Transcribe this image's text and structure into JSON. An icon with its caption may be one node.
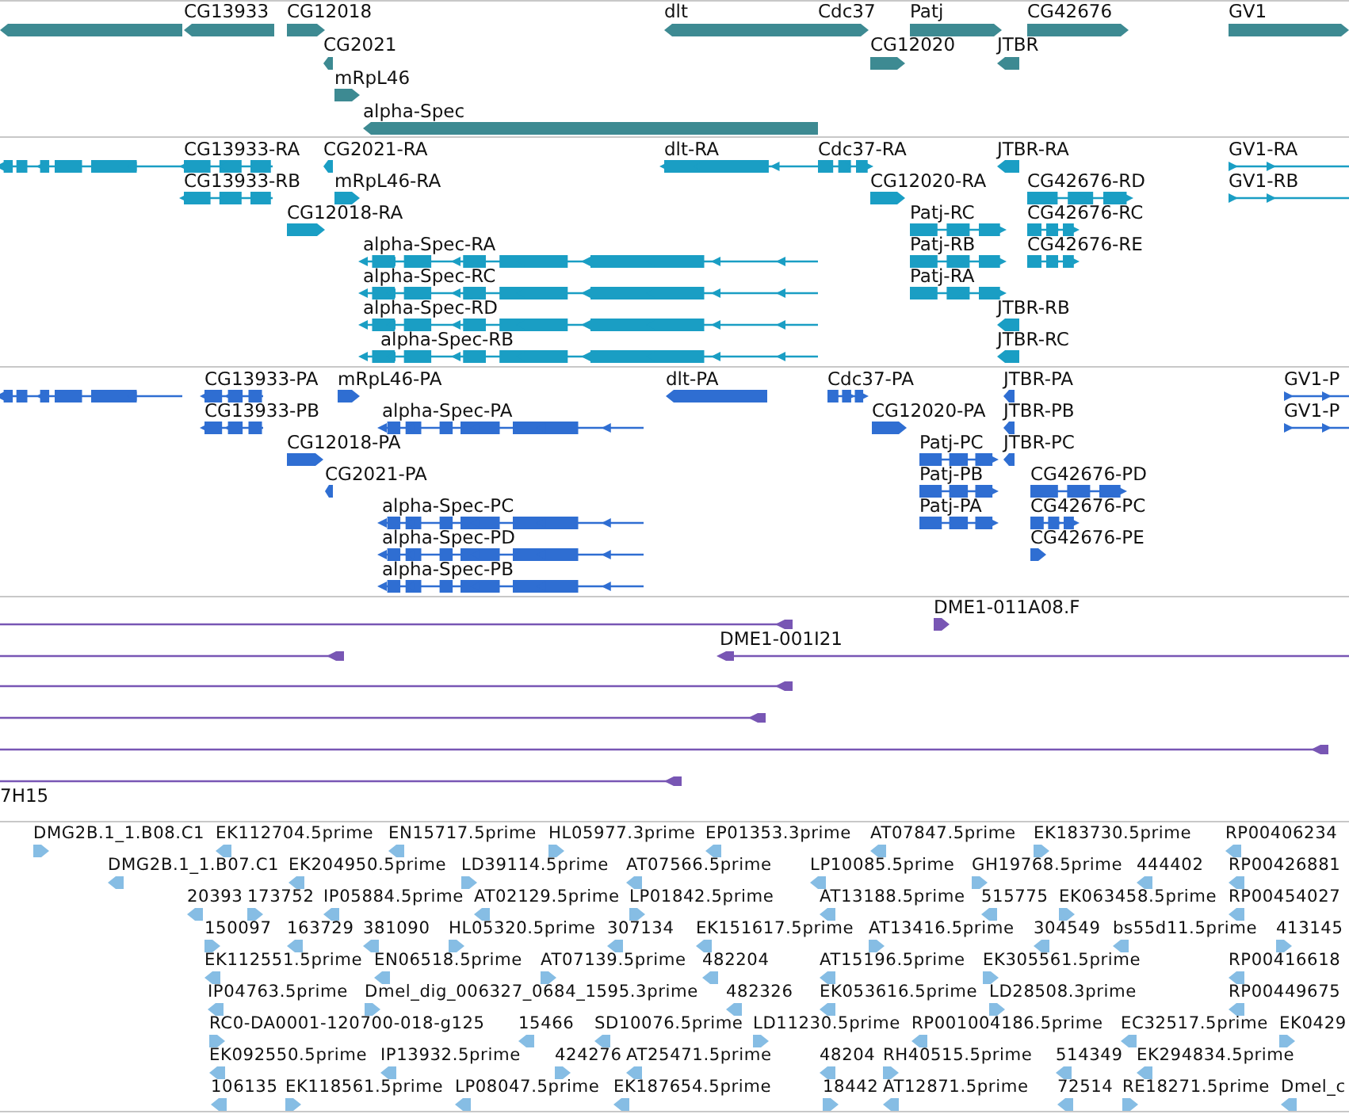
{
  "diagram": {
    "nodes": [
      {
        "text": [],
        "shape": "bar"
      },
      {
        "text": [
          "CG13933"
        ]
      },
      {
        "text": [
          "CG12018"
        ]
      },
      {
        "text": [
          "CG2021"
        ]
      },
      {
        "text": [
          "mRpL46"
        ]
      },
      {
        "text": [
          "alpha-Spec"
        ]
      },
      {
        "text": [
          "dlt"
        ]
      },
      {
        "text": [
          "Cdc37"
        ]
      },
      {
        "text": [
          "Patj"
        ]
      },
      {
        "text": [
          "CG12020"
        ]
      },
      {
        "text": [
          "JTBR"
        ]
      },
      {
        "text": [
          "CG42676"
        ]
      },
      {
        "text": [
          "GV1"
        ]
      },
      {
        "text": [],
        "shape": "bar"
      },
      {
        "text": [
          "CG13933-RA"
        ]
      },
      {
        "text": [
          "CG2021-RA"
        ]
      },
      {
        "text": [
          "dlt-RA"
        ]
      },
      {
        "text": [
          "Cdc37-RA"
        ]
      },
      {
        "text": [
          "JTBR-RA"
        ]
      },
      {
        "text": [
          "GV1-RA"
        ]
      },
      {
        "text": [
          "CG13933-RB"
        ]
      },
      {
        "text": [
          "mRpL46-RA"
        ]
      },
      {
        "text": [
          "CG12020-RA"
        ]
      },
      {
        "text": [
          "CG42676-RD"
        ]
      },
      {
        "text": [
          "GV1-RB"
        ]
      },
      {
        "text": [
          "CG12018-RA"
        ]
      },
      {
        "text": [
          "Patj-RC"
        ]
      },
      {
        "text": [
          "CG42676-RC"
        ]
      },
      {
        "text": [
          "alpha-Spec-RA"
        ]
      },
      {
        "text": [
          "Patj-RB"
        ]
      },
      {
        "text": [
          "CG42676-RE"
        ]
      },
      {
        "text": [
          "alpha-Spec-RC"
        ]
      },
      {
        "text": [
          "Patj-RA"
        ]
      },
      {
        "text": [
          "alpha-Spec-RD"
        ]
      },
      {
        "text": [
          "JTBR-RB"
        ]
      },
      {
        "text": [
          "alpha-Spec-RB"
        ]
      },
      {
        "text": [
          "JTBR-RC"
        ]
      },
      {
        "text": [],
        "shape": "bar"
      },
      {
        "text": [
          "CG13933-PA"
        ]
      },
      {
        "text": [
          "mRpL46-PA"
        ]
      },
      {
        "text": [
          "dlt-PA"
        ]
      },
      {
        "text": [
          "Cdc37-PA"
        ]
      },
      {
        "text": [
          "JTBR-PA"
        ]
      },
      {
        "text": [
          "GV1-P"
        ]
      },
      {
        "text": [
          "CG13933-PB"
        ]
      },
      {
        "text": [
          "alpha-Spec-PA"
        ]
      },
      {
        "text": [
          "CG12020-PA"
        ]
      },
      {
        "text": [
          "JTBR-PB"
        ]
      },
      {
        "text": [
          "GV1-P"
        ]
      },
      {
        "text": [
          "CG12018-PA"
        ]
      },
      {
        "text": [
          "Patj-PC"
        ]
      },
      {
        "text": [
          "JTBR-PC"
        ]
      },
      {
        "text": [
          "CG2021-PA"
        ]
      },
      {
        "text": [
          "Patj-PB"
        ]
      },
      {
        "text": [
          "CG42676-PD"
        ]
      },
      {
        "text": [
          "alpha-Spec-PC"
        ]
      },
      {
        "text": [
          "Patj-PA"
        ]
      },
      {
        "text": [
          "CG42676-PC"
        ]
      },
      {
        "text": [
          "alpha-Spec-PD"
        ]
      },
      {
        "text": [
          "CG42676-PE"
        ]
      },
      {
        "text": [
          "alpha-Spec-PB"
        ]
      },
      {
        "text": [],
        "shape": "bar"
      },
      {
        "text": [
          "DME1-011A08.F"
        ]
      },
      {
        "text": [],
        "shape": "bar"
      },
      {
        "text": [
          "DME1-001I21"
        ]
      },
      {
        "text": [],
        "shape": "bar"
      },
      {
        "text": [],
        "shape": "bar"
      },
      {
        "text": [],
        "shape": "bar"
      },
      {
        "text": [],
        "shape": "bar"
      },
      {
        "text": [
          "7H15"
        ]
      },
      {
        "text": [
          "DMG2B.1_1.B08.C1"
        ]
      },
      {
        "text": [
          "EK112704.5prime"
        ]
      },
      {
        "text": [
          "EN15717.5prime"
        ]
      },
      {
        "text": [
          "HL05977.3prime"
        ]
      },
      {
        "text": [
          "EP01353.3prime"
        ]
      },
      {
        "text": [
          "AT07847.5prime"
        ]
      },
      {
        "text": [
          "EK183730.5prime"
        ]
      },
      {
        "text": [
          "RP00406234"
        ]
      },
      {
        "text": [
          "DMG2B.1_1.B07.C1"
        ]
      },
      {
        "text": [
          "EK204950.5prime"
        ]
      },
      {
        "text": [
          "LD39114.5prime"
        ]
      },
      {
        "text": [
          "AT07566.5prime"
        ]
      },
      {
        "text": [
          "LP10085.5prime"
        ]
      },
      {
        "text": [
          "GH19768.5prime"
        ]
      },
      {
        "text": [
          "444402"
        ]
      },
      {
        "text": [
          "RP00426881"
        ]
      },
      {
        "text": [
          "20393"
        ]
      },
      {
        "text": [
          "173752"
        ]
      },
      {
        "text": [
          "IP05884.5prime"
        ]
      },
      {
        "text": [
          "AT02129.5prime"
        ]
      },
      {
        "text": [
          "LP01842.5prime"
        ]
      },
      {
        "text": [
          "AT13188.5prime"
        ]
      },
      {
        "text": [
          "515775"
        ]
      },
      {
        "text": [
          "EK063458.5prime"
        ]
      },
      {
        "text": [
          "RP00454027"
        ]
      },
      {
        "text": [
          "150097"
        ]
      },
      {
        "text": [
          "163729"
        ]
      },
      {
        "text": [
          "381090"
        ]
      },
      {
        "text": [
          "HL05320.5prime"
        ]
      },
      {
        "text": [
          "307134"
        ]
      },
      {
        "text": [
          "EK151617.5prime"
        ]
      },
      {
        "text": [
          "AT13416.5prime"
        ]
      },
      {
        "text": [
          "304549"
        ]
      },
      {
        "text": [
          "bs55d11.5prime"
        ]
      },
      {
        "text": [
          "413145"
        ]
      },
      {
        "text": [
          "EK112551.5prime"
        ]
      },
      {
        "text": [
          "EN06518.5prime"
        ]
      },
      {
        "text": [
          "AT07139.5prime"
        ]
      },
      {
        "text": [
          "482204"
        ]
      },
      {
        "text": [
          "AT15196.5prime"
        ]
      },
      {
        "text": [
          "EK305561.5prime"
        ]
      },
      {
        "text": [
          "RP00416618"
        ]
      },
      {
        "text": [
          "IP04763.5prime"
        ]
      },
      {
        "text": [
          "Dmel_dig_006327_0684_1595.3prime"
        ]
      },
      {
        "text": [
          "482326"
        ]
      },
      {
        "text": [
          "EK053616.5prime"
        ]
      },
      {
        "text": [
          "LD28508.3prime"
        ]
      },
      {
        "text": [
          "RP00449675"
        ]
      },
      {
        "text": [
          "RC0-DA0001-120700-018-g125"
        ]
      },
      {
        "text": [
          "15466"
        ]
      },
      {
        "text": [
          "SD10076.5prime"
        ]
      },
      {
        "text": [
          "LD11230.5prime"
        ]
      },
      {
        "text": [
          "RP001004186.5prime"
        ]
      },
      {
        "text": [
          "EC32517.5prime"
        ]
      },
      {
        "text": [
          "EK0429"
        ]
      },
      {
        "text": [
          "EK092550.5prime"
        ]
      },
      {
        "text": [
          "IP13932.5prime"
        ]
      },
      {
        "text": [
          "424276"
        ]
      },
      {
        "text": [
          "AT25471.5prime"
        ]
      },
      {
        "text": [
          "48204"
        ]
      },
      {
        "text": [
          "RH40515.5prime"
        ]
      },
      {
        "text": [
          "514349"
        ]
      },
      {
        "text": [
          "EK294834.5prime"
        ]
      },
      {
        "text": [
          "106135"
        ]
      },
      {
        "text": [
          "EK118561.5prime"
        ]
      },
      {
        "text": [
          "LP08047.5prime"
        ]
      },
      {
        "text": [
          "EK187654.5prime"
        ]
      },
      {
        "text": [
          "18442"
        ]
      },
      {
        "text": [
          "AT12871.5prime"
        ]
      },
      {
        "text": [
          "72514"
        ]
      },
      {
        "text": [
          "RE18271.5prime"
        ]
      },
      {
        "text": [
          "Dmel_c"
        ]
      }
    ]
  }
}
